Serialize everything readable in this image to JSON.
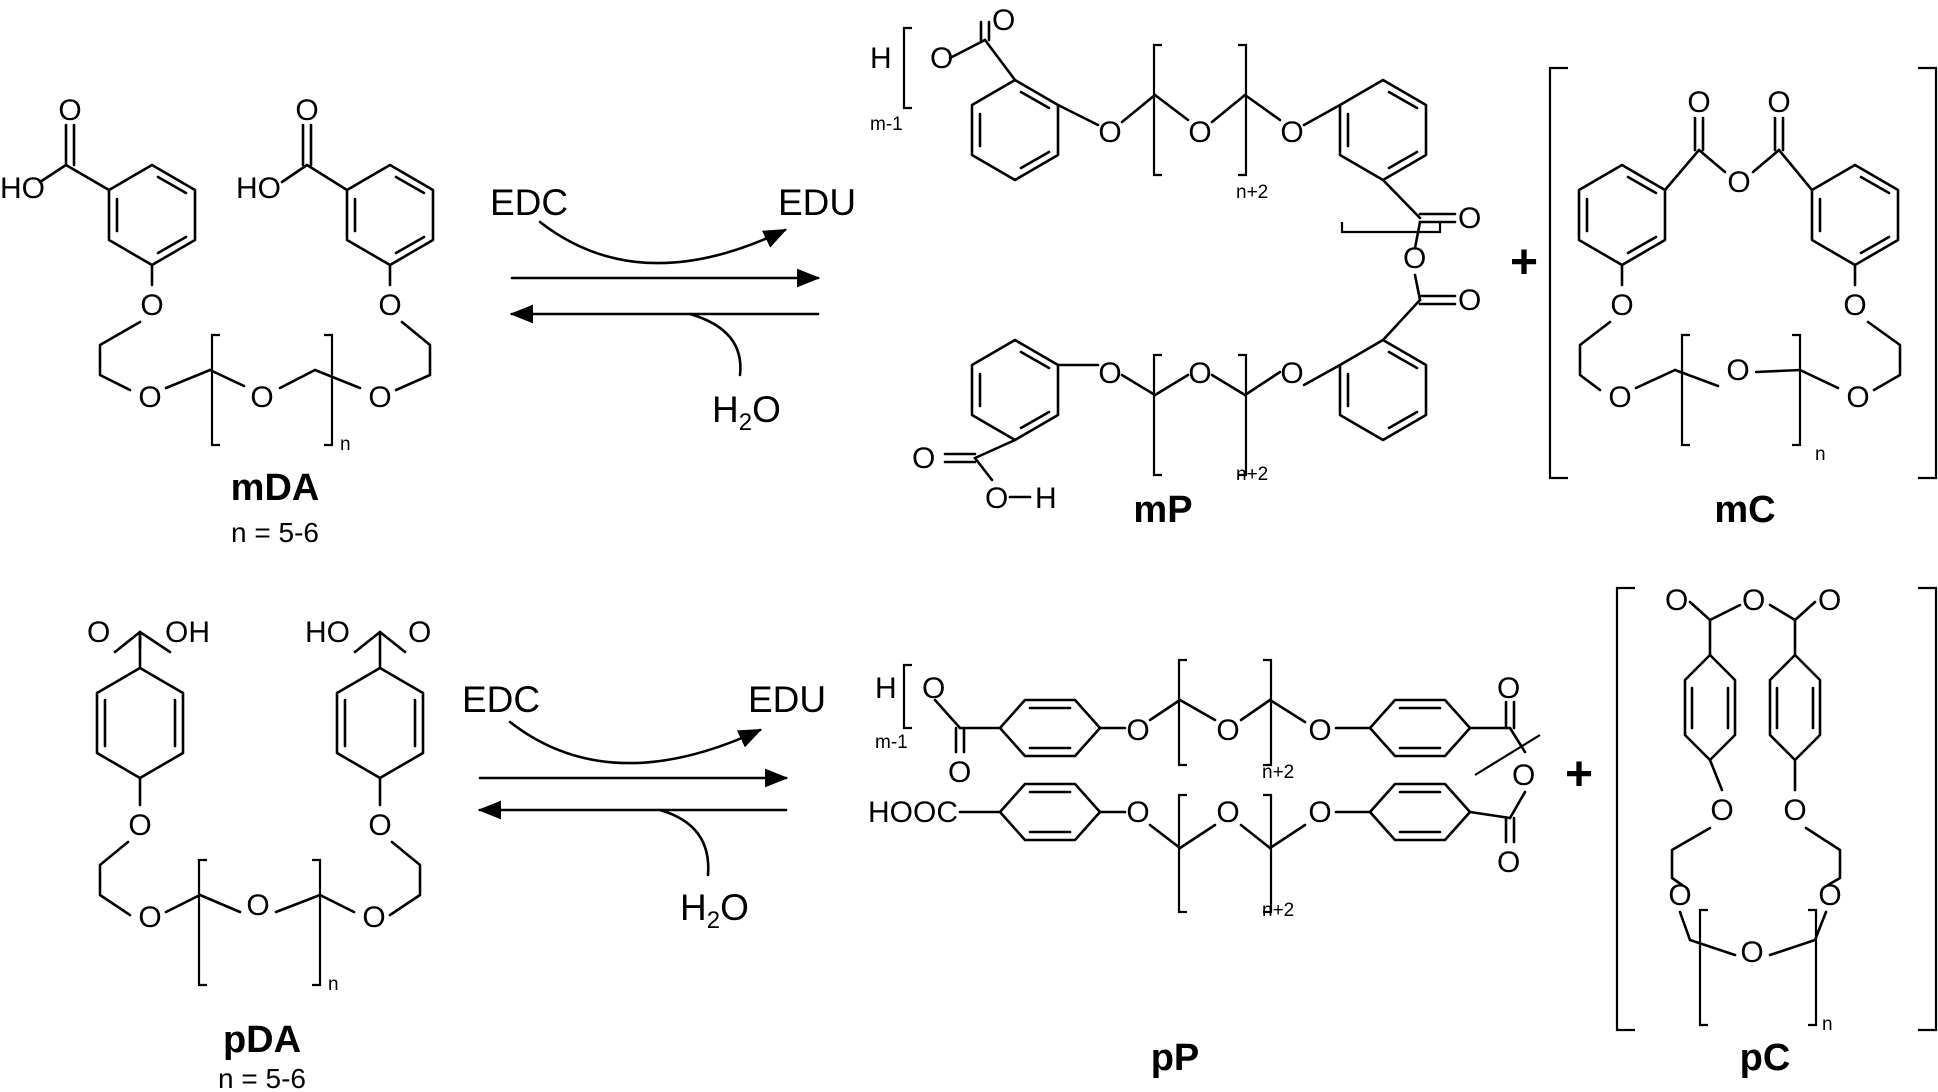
{
  "atoms": {
    "oxygen": "O",
    "hydroxyl": "HO",
    "hydroxyl_r": "OH",
    "hydrogen": "H",
    "carboxyl": "HOOC",
    "water_h": "H",
    "water_2": "2",
    "water_o": "O"
  },
  "reagents": {
    "forward": "EDC",
    "byproduct": "EDU",
    "reverse": "H"
  },
  "repeat": {
    "n": "n",
    "n_plus_2": "n+2",
    "m_minus_1": "m-1"
  },
  "plus": "+",
  "compounds": {
    "mDA": {
      "label": "mDA",
      "condition": "n = 5-6"
    },
    "mP": {
      "label": "mP"
    },
    "mC": {
      "label": "mC"
    },
    "pDA": {
      "label": "pDA",
      "condition": "n = 5-6"
    },
    "pP": {
      "label": "pP"
    },
    "pC": {
      "label": "pC"
    }
  }
}
